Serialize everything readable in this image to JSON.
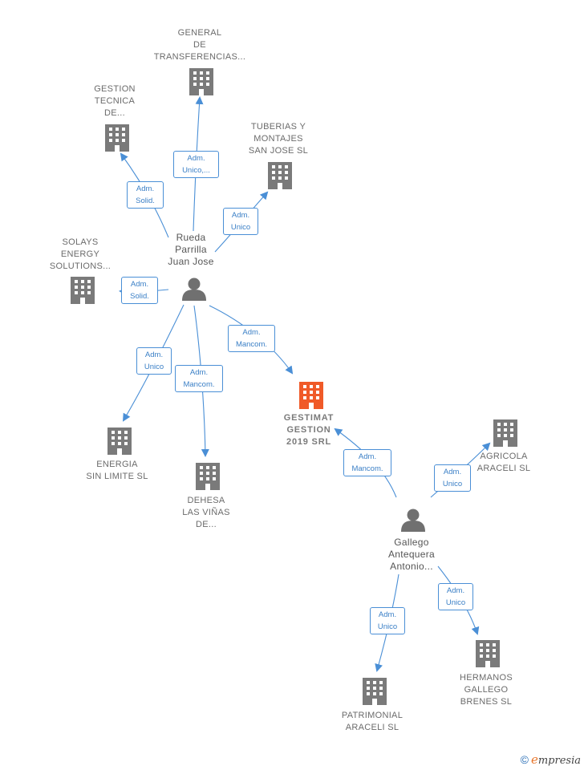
{
  "nodes": {
    "general_transferencias": {
      "lines": [
        "GENERAL",
        "DE",
        "TRANSFERENCIAS..."
      ]
    },
    "gestion_tecnica": {
      "lines": [
        "GESTION",
        "TECNICA",
        "DE..."
      ]
    },
    "tuberias": {
      "lines": [
        "TUBERIAS Y",
        "MONTAJES",
        "SAN JOSE SL"
      ]
    },
    "solays": {
      "lines": [
        "SOLAYS",
        "ENERGY",
        "SOLUTIONS..."
      ]
    },
    "rueda": {
      "lines": [
        "Rueda",
        "Parrilla",
        "Juan Jose"
      ]
    },
    "energia": {
      "lines": [
        "ENERGIA",
        "SIN LIMITE  SL"
      ]
    },
    "dehesa": {
      "lines": [
        "DEHESA",
        "LAS VIÑAS",
        "DE..."
      ]
    },
    "gestimat": {
      "lines": [
        "GESTIMAT",
        "GESTION",
        "2019 SRL"
      ]
    },
    "agricola": {
      "lines": [
        "AGRICOLA",
        "ARACELI  SL"
      ]
    },
    "gallego": {
      "lines": [
        "Gallego",
        "Antequera",
        "Antonio..."
      ]
    },
    "patrimonial": {
      "lines": [
        "PATRIMONIAL",
        "ARACELI  SL"
      ]
    },
    "hermanos": {
      "lines": [
        "HERMANOS",
        "GALLEGO",
        "BRENES SL"
      ]
    }
  },
  "edges": {
    "rueda_general": {
      "lines": [
        "Adm.",
        "Unico,..."
      ]
    },
    "rueda_gestion_tecnica": {
      "lines": [
        "Adm.",
        "Solid."
      ]
    },
    "rueda_tuberias": {
      "lines": [
        "Adm.",
        "Unico"
      ]
    },
    "rueda_solays": {
      "lines": [
        "Adm.",
        "Solid."
      ]
    },
    "rueda_gestimat": {
      "lines": [
        "Adm.",
        "Mancom."
      ]
    },
    "rueda_energia": {
      "lines": [
        "Adm.",
        "Unico"
      ]
    },
    "rueda_dehesa": {
      "lines": [
        "Adm.",
        "Mancom."
      ]
    },
    "gallego_gestimat": {
      "lines": [
        "Adm.",
        "Mancom."
      ]
    },
    "gallego_agricola": {
      "lines": [
        "Adm.",
        "Unico"
      ]
    },
    "gallego_patrimonial": {
      "lines": [
        "Adm.",
        "Unico"
      ]
    },
    "gallego_hermanos": {
      "lines": [
        "Adm.",
        "Unico"
      ]
    }
  },
  "colors": {
    "edge": "#4a8fd6",
    "building": "#7a7a7a",
    "building_highlight": "#f05a28",
    "person": "#707070"
  },
  "footer": {
    "copyright": "©",
    "brand_initial": "e",
    "brand_rest": "mpresia"
  }
}
